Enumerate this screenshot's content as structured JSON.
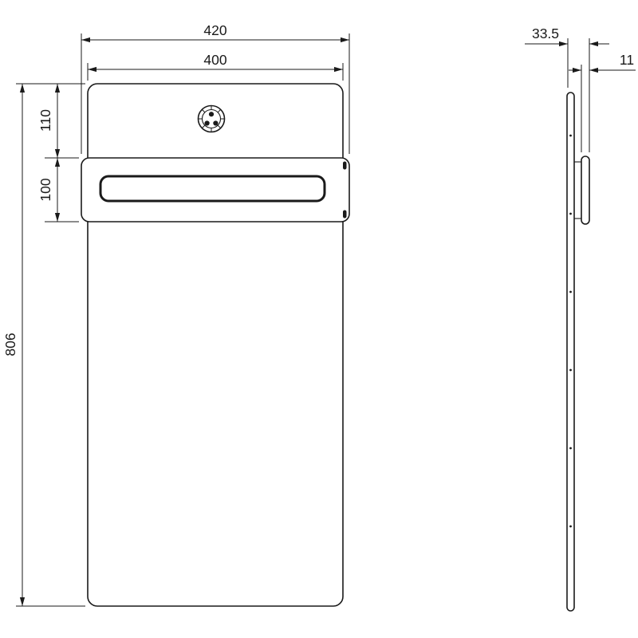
{
  "drawing": {
    "dimensions": {
      "bracket_width": "420",
      "panel_width": "400",
      "top_to_bracket": "110",
      "bracket_height": "100",
      "panel_height": "806",
      "total_depth": "33.5",
      "bracket_thickness": "11"
    }
  }
}
